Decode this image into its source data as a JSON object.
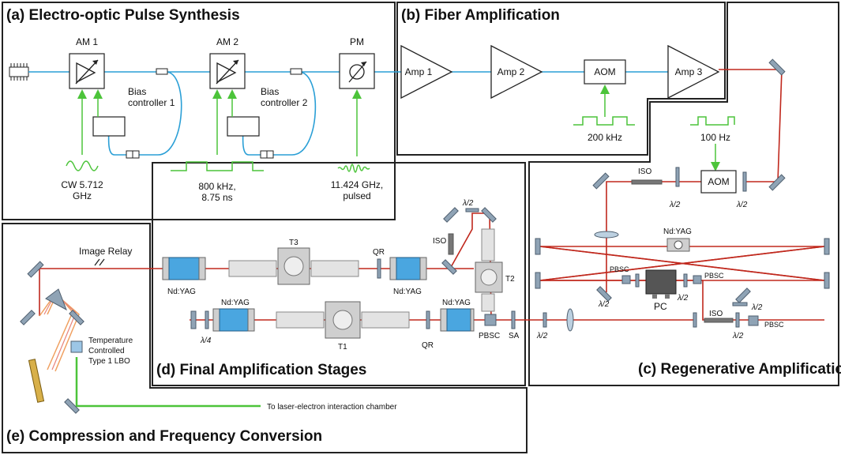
{
  "panels": {
    "a": "(a) Electro-optic Pulse Synthesis",
    "b": "(b) Fiber Amplification",
    "c": "(c) Regenerative Amplification",
    "d": "(d) Final Amplification Stages",
    "e": "(e) Compression and Frequency Conversion"
  },
  "a": {
    "am1": "AM 1",
    "am2": "AM 2",
    "pm": "PM",
    "bias1_l1": "Bias",
    "bias1_l2": "controller 1",
    "bias2_l1": "Bias",
    "bias2_l2": "controller 2",
    "cw_l1": "CW 5.712",
    "cw_l2": "GHz",
    "pulse_l1": "800 kHz,",
    "pulse_l2": "8.75 ns",
    "pm_sig_l1": "11.424 GHz,",
    "pm_sig_l2": "pulsed"
  },
  "b": {
    "amp1": "Amp 1",
    "amp2": "Amp 2",
    "aom": "AOM",
    "amp3": "Amp 3",
    "freq": "200 kHz"
  },
  "c": {
    "freq": "100 Hz",
    "aom": "AOM",
    "iso_top": "ISO",
    "hw1": "λ/2",
    "hw2": "λ/2",
    "ndyag": "Nd:YAG",
    "pbsc_l": "PBSC",
    "pbsc_r": "PBSC",
    "hw3": "λ/2",
    "hw4": "λ/2",
    "pc": "PC",
    "iso_bottom": "ISO",
    "hw5": "λ/2",
    "hw6": "λ/2",
    "pbsc_b": "PBSC",
    "hw7": "λ/2"
  },
  "d": {
    "t3": "T3",
    "qr_top": "QR",
    "iso": "ISO",
    "hw_top": "λ/2",
    "t2": "T2",
    "ndyag_1": "Nd:YAG",
    "ndyag_2": "Nd:YAG",
    "ndyag_3": "Nd:YAG",
    "ndyag_4": "Nd:YAG",
    "qw": "λ/4",
    "t1": "T1",
    "qr_bottom": "QR",
    "pbsc": "PBSC",
    "sa": "SA"
  },
  "e": {
    "relay": "Image Relay",
    "lbo_l1": "Temperature",
    "lbo_l2": "Controlled",
    "lbo_l3": "Type 1 LBO",
    "target": "To laser-electron interaction chamber"
  },
  "colors": {
    "fiber": "#2a9fd6",
    "rf": "#4cc43a",
    "laser": "#c0281d",
    "gain": "#4aa6e0"
  }
}
